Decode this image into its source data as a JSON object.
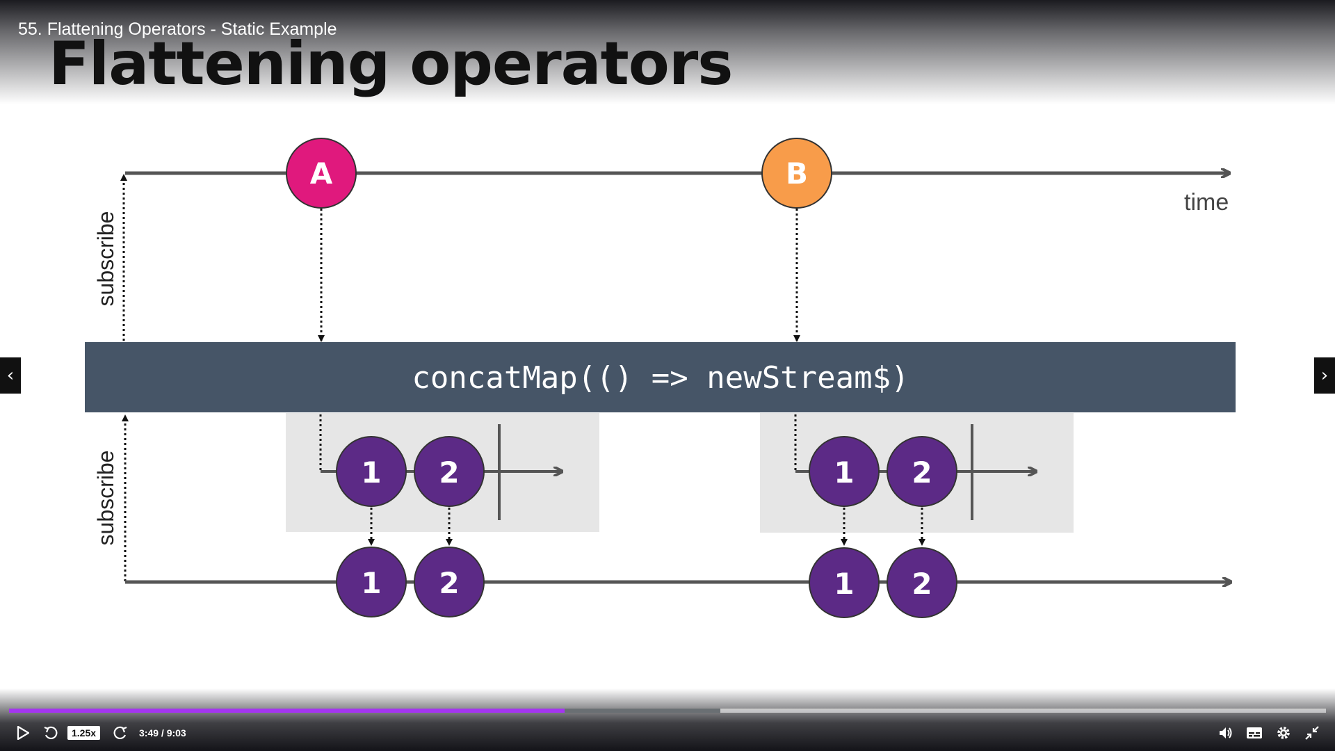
{
  "player": {
    "lecture_title": "55. Flattening Operators - Static Example",
    "speed": "1.25x",
    "time": "3:49 / 9:03",
    "progress": 0.422,
    "buffered": 0.54
  },
  "slide": {
    "title": "Flattening operators",
    "operator_label": "concatMap(() => newStream$)",
    "time_label": "time",
    "subscribe_upper": "subscribe",
    "subscribe_lower": "subscribe",
    "source_marbles": [
      {
        "label": "A",
        "color": "#e0197d"
      },
      {
        "label": "B",
        "color": "#f89c4a"
      }
    ],
    "inner_streams": [
      {
        "marbles": [
          "1",
          "2"
        ]
      },
      {
        "marbles": [
          "1",
          "2"
        ]
      }
    ],
    "output_marbles": [
      "1",
      "2",
      "1",
      "2"
    ],
    "colors": {
      "inner_marble": "#5c2a86",
      "operator_box": "#465567",
      "inner_box": "#e6e6e6",
      "line": "#555555",
      "progress": "#a435f0"
    }
  },
  "icons": {
    "play": "play-icon",
    "rewind": "rewind-5-icon",
    "forward": "forward-5-icon",
    "volume": "volume-icon",
    "captions": "captions-icon",
    "settings": "gear-icon",
    "fullscreen": "exit-fullscreen-icon",
    "prev": "chevron-left-icon",
    "next": "chevron-right-icon"
  }
}
